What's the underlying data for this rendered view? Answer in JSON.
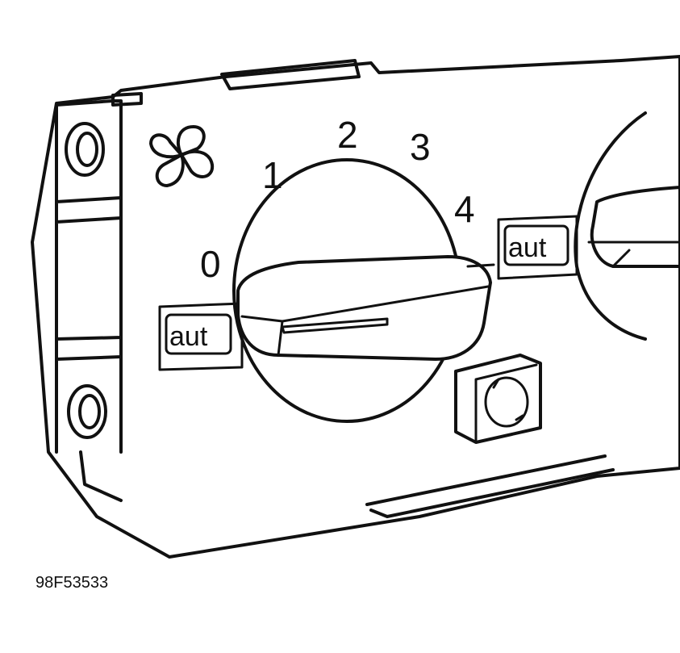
{
  "dial": {
    "positions": [
      "0",
      "1",
      "2",
      "3",
      "4"
    ]
  },
  "labels": {
    "left_auto": "aut",
    "right_auto": "aut"
  },
  "figure_id": "98F53533"
}
